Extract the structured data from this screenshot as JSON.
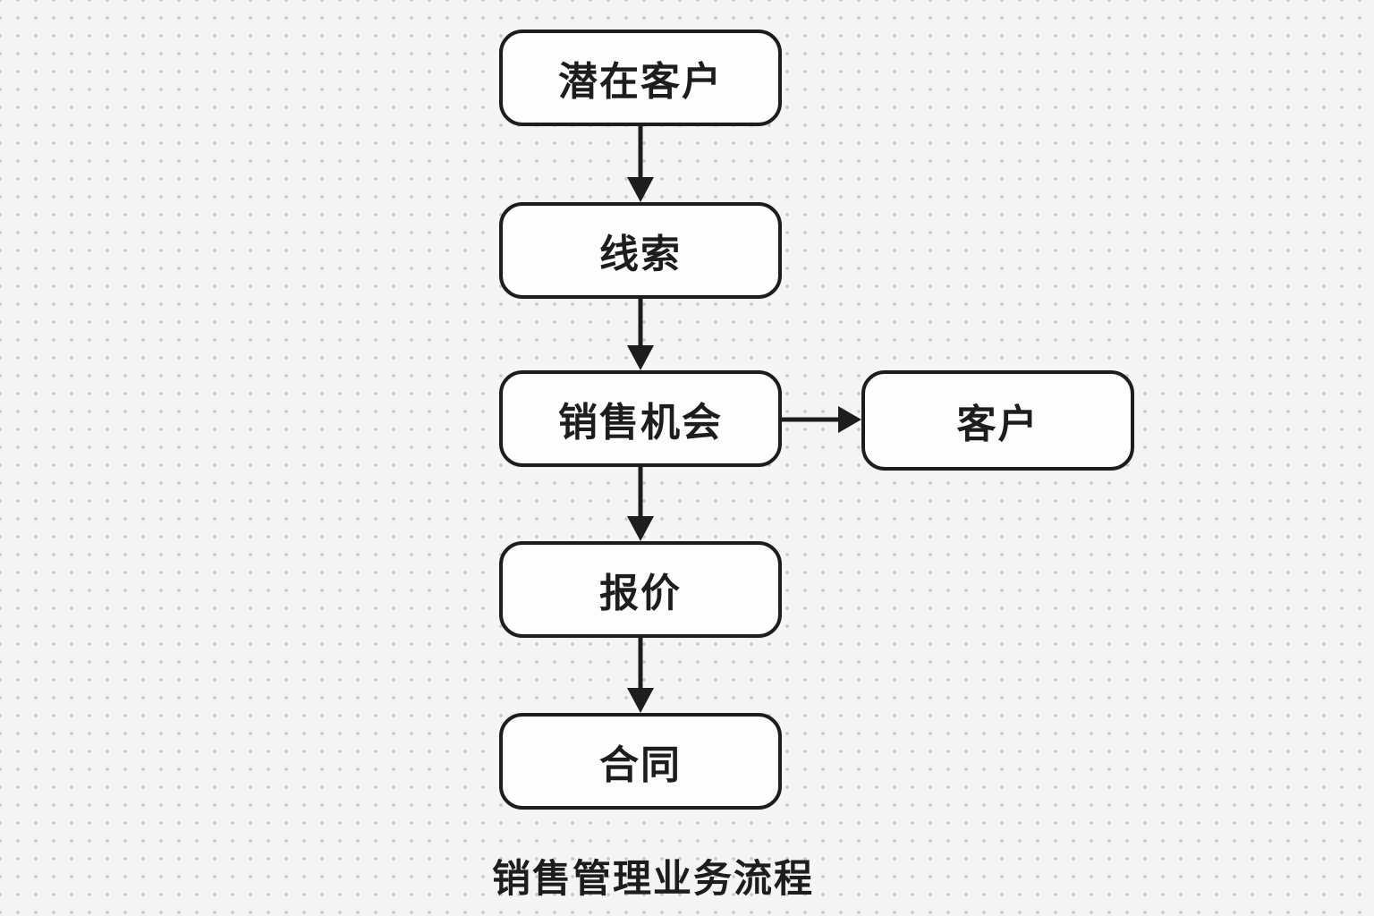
{
  "diagram": {
    "caption": "销售管理业务流程",
    "nodes": {
      "potential_customer": {
        "label": "潜在客户"
      },
      "lead": {
        "label": "线索"
      },
      "sales_opportunity": {
        "label": "销售机会"
      },
      "customer": {
        "label": "客户"
      },
      "quote": {
        "label": "报价"
      },
      "contract": {
        "label": "合同"
      }
    },
    "edges": [
      {
        "from": "potential_customer",
        "to": "lead",
        "direction": "down"
      },
      {
        "from": "lead",
        "to": "sales_opportunity",
        "direction": "down"
      },
      {
        "from": "sales_opportunity",
        "to": "customer",
        "direction": "right"
      },
      {
        "from": "sales_opportunity",
        "to": "quote",
        "direction": "down"
      },
      {
        "from": "quote",
        "to": "contract",
        "direction": "down"
      }
    ],
    "colors": {
      "background": "#f5f5f6",
      "dot": "#c9c9cb",
      "node_fill": "#fdfdfd",
      "stroke": "#1d1d1f",
      "text": "#1d1d1f"
    }
  }
}
